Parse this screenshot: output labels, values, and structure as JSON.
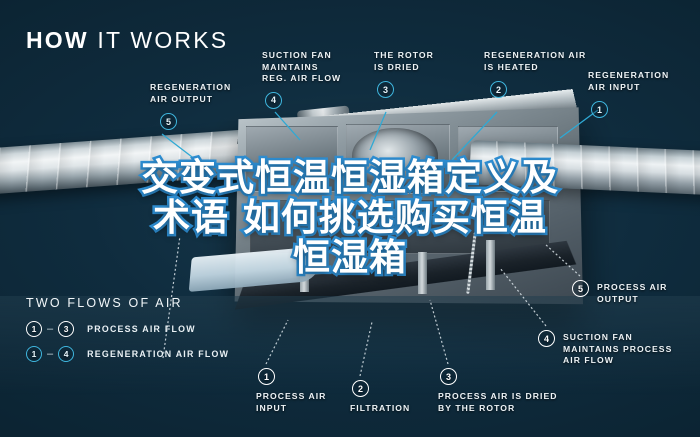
{
  "header": {
    "title_bold": "HOW",
    "title_light": "IT WORKS"
  },
  "overlay": {
    "lines": [
      "交变式恒温恒湿箱定义及",
      "术语 如何挑选购买恒温",
      "恒湿箱"
    ]
  },
  "callouts": [
    {
      "id": "regeneration-air-output",
      "number": "5",
      "color": "cyan",
      "text": "REGENERATION\nAIR OUTPUT"
    },
    {
      "id": "suction-fan-regeneration",
      "number": "4",
      "color": "cyan",
      "text": "SUCTION FAN\nMAINTAINS\nREG. AIR FLOW"
    },
    {
      "id": "rotor-is-dried",
      "number": "3",
      "color": "cyan",
      "text": "THE ROTOR\nIS DRIED"
    },
    {
      "id": "regeneration-air-is-heated",
      "number": "2",
      "color": "cyan",
      "text": "REGENERATION AIR\nIS HEATED"
    },
    {
      "id": "regeneration-air-input",
      "number": "1",
      "color": "cyan",
      "text": "REGENERATION\nAIR INPUT"
    },
    {
      "id": "process-air-output",
      "number": "5",
      "color": "white",
      "text": "PROCESS AIR\nOUTPUT"
    },
    {
      "id": "suction-fan-process",
      "number": "4",
      "color": "white",
      "text": "SUCTION FAN\nMAINTAINS PROCESS\nAIR FLOW"
    },
    {
      "id": "process-air-input",
      "number": "1",
      "color": "white",
      "text": "PROCESS AIR\nINPUT"
    },
    {
      "id": "filtration",
      "number": "2",
      "color": "white",
      "text": "FILTRATION"
    },
    {
      "id": "process-air-is-dried-by-rotor",
      "number": "3",
      "color": "white",
      "text": "PROCESS AIR IS DRIED\nBY THE ROTOR"
    }
  ],
  "legend": {
    "title": "TWO FLOWS OF AIR",
    "dash": "–",
    "rows": [
      {
        "from": "1",
        "to": "3",
        "label": "PROCESS AIR FLOW",
        "color": "white"
      },
      {
        "from": "1",
        "to": "4",
        "label": "REGENERATION AIR FLOW",
        "color": "cyan"
      }
    ]
  },
  "colors": {
    "background": "#0b2230",
    "accent_cyan": "#3fb6de",
    "text_white": "#ffffff",
    "overlay_stroke": "#2e8fd4"
  }
}
